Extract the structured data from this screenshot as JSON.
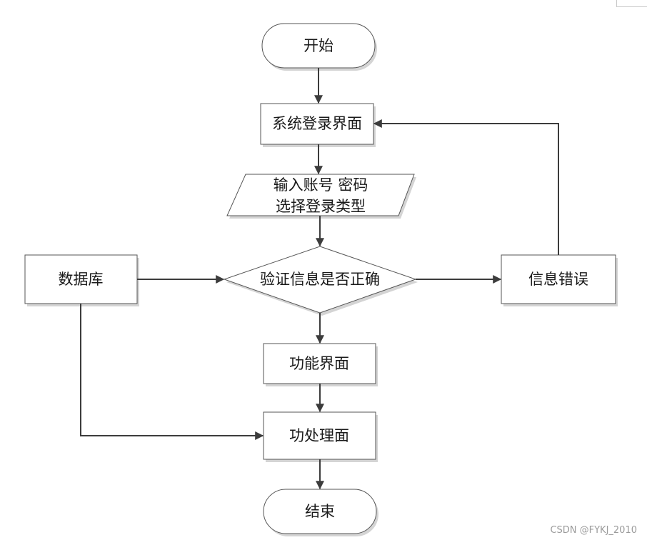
{
  "nodes": {
    "start": "开始",
    "login_page": "系统登录界面",
    "input_line1": "输入账号 密码",
    "input_line2": "选择登录类型",
    "database": "数据库",
    "verify": "验证信息是否正确",
    "error": "信息错误",
    "function_page": "功能界面",
    "process_page": "功处理面",
    "end": "结束"
  },
  "watermark": "CSDN @FYKJ_2010",
  "colors": {
    "stroke": "#555555",
    "shadow": "#d4d4d4",
    "arrow": "#3c3c3c"
  }
}
